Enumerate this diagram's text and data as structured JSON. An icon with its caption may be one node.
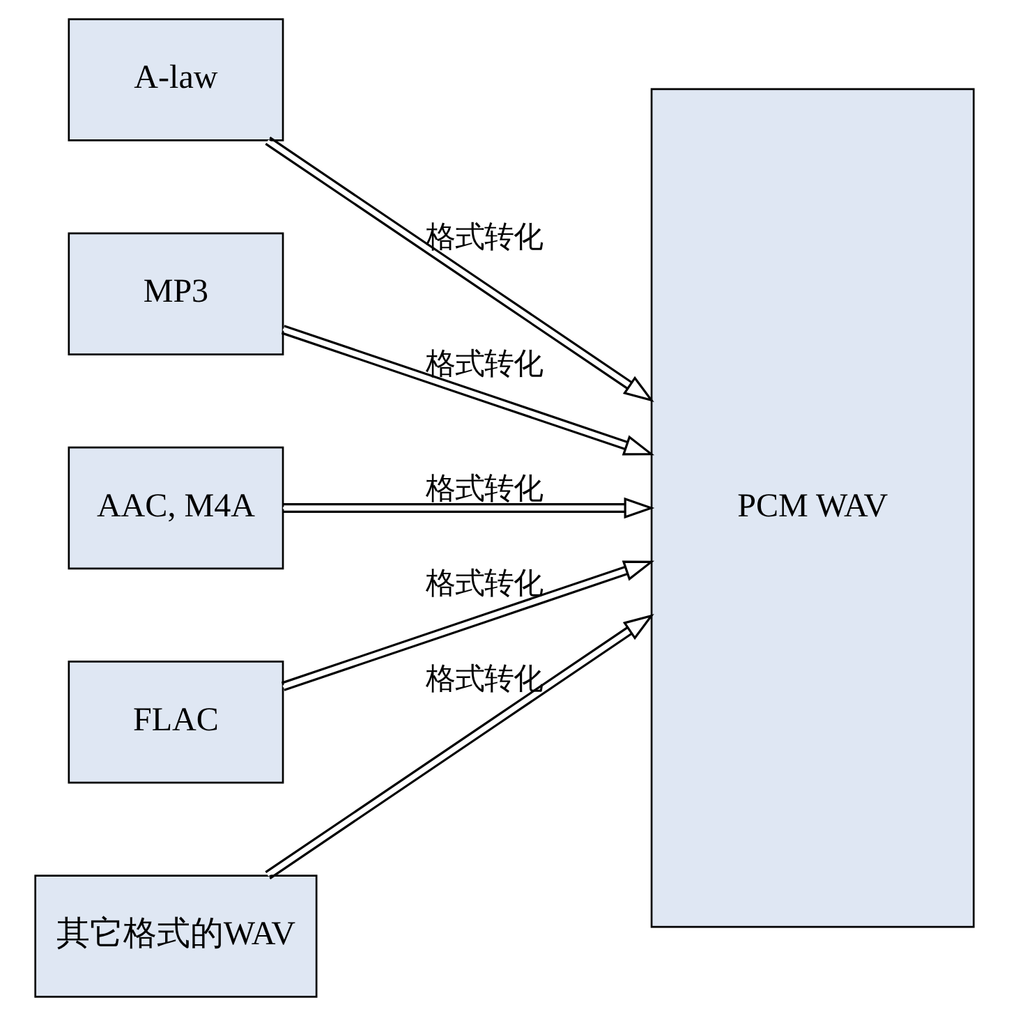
{
  "diagram": {
    "nodes": [
      {
        "text": [
          "A-law"
        ]
      },
      {
        "text": [
          "MP3"
        ]
      },
      {
        "text": [
          "AAC, M4A"
        ]
      },
      {
        "text": [
          "FLAC"
        ]
      },
      {
        "text": [
          "其它格式的WAV"
        ]
      },
      {
        "text": [
          "PCM WAV"
        ]
      }
    ],
    "edges": [
      {
        "from": 0,
        "to": 5,
        "arrow": "to",
        "label": "格式转化"
      },
      {
        "from": 1,
        "to": 5,
        "arrow": "to",
        "label": "格式转化"
      },
      {
        "from": 2,
        "to": 5,
        "arrow": "to",
        "label": "格式转化"
      },
      {
        "from": 3,
        "to": 5,
        "arrow": "to",
        "label": "格式转化"
      },
      {
        "from": 4,
        "to": 5,
        "arrow": "to",
        "label": "格式转化"
      }
    ]
  }
}
